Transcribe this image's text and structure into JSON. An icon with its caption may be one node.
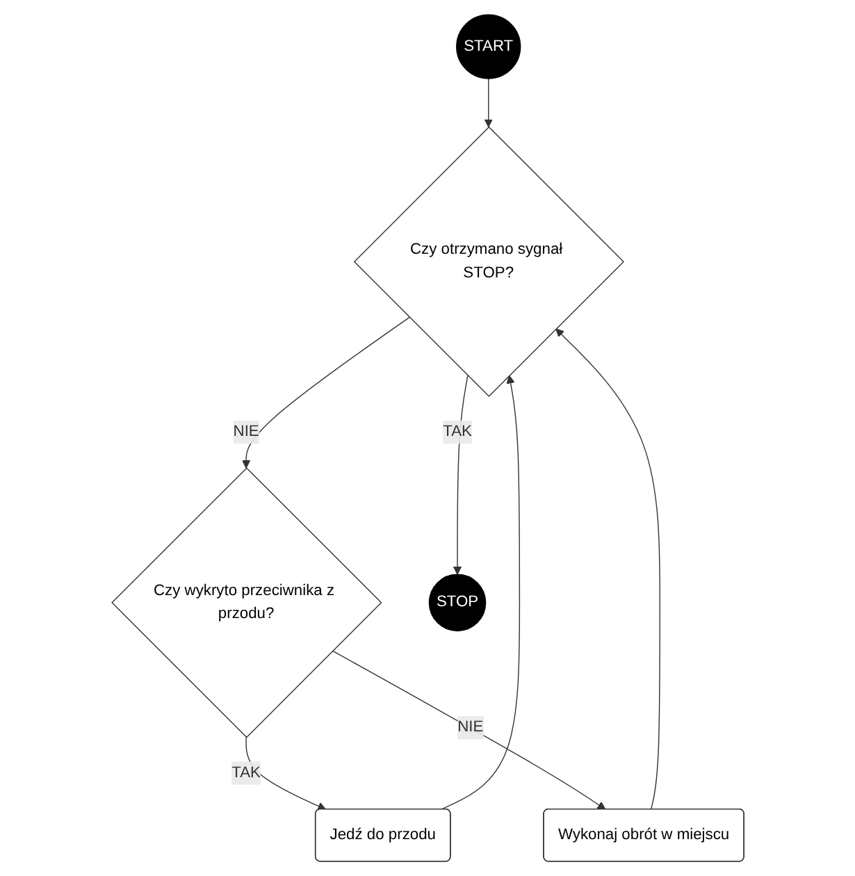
{
  "diagram": {
    "nodes": [
      {
        "text": [
          "START"
        ]
      },
      {
        "text": [
          "Czy otrzymano sygnał STOP?"
        ]
      },
      {
        "text": [
          "Czy wykryto przeciwnika z przodu?"
        ]
      },
      {
        "text": [
          "Wykonaj obrót w miejscu"
        ]
      },
      {
        "text": [
          "Jedź do przodu"
        ]
      },
      {
        "text": [
          "STOP"
        ]
      }
    ],
    "edges": [
      {
        "from": 0,
        "to": 1,
        "arrow": "to"
      },
      {
        "from": 1,
        "to": 5,
        "label": "TAK",
        "arrow": "to"
      },
      {
        "from": 1,
        "to": 2,
        "label": "NIE",
        "arrow": "to"
      },
      {
        "from": 2,
        "to": 4,
        "label": "TAK",
        "arrow": "to"
      },
      {
        "from": 2,
        "to": 3,
        "label": "NIE",
        "arrow": "to"
      },
      {
        "from": 3,
        "to": 1,
        "arrow": "to"
      },
      {
        "from": 4,
        "to": 1,
        "arrow": "to"
      }
    ]
  }
}
